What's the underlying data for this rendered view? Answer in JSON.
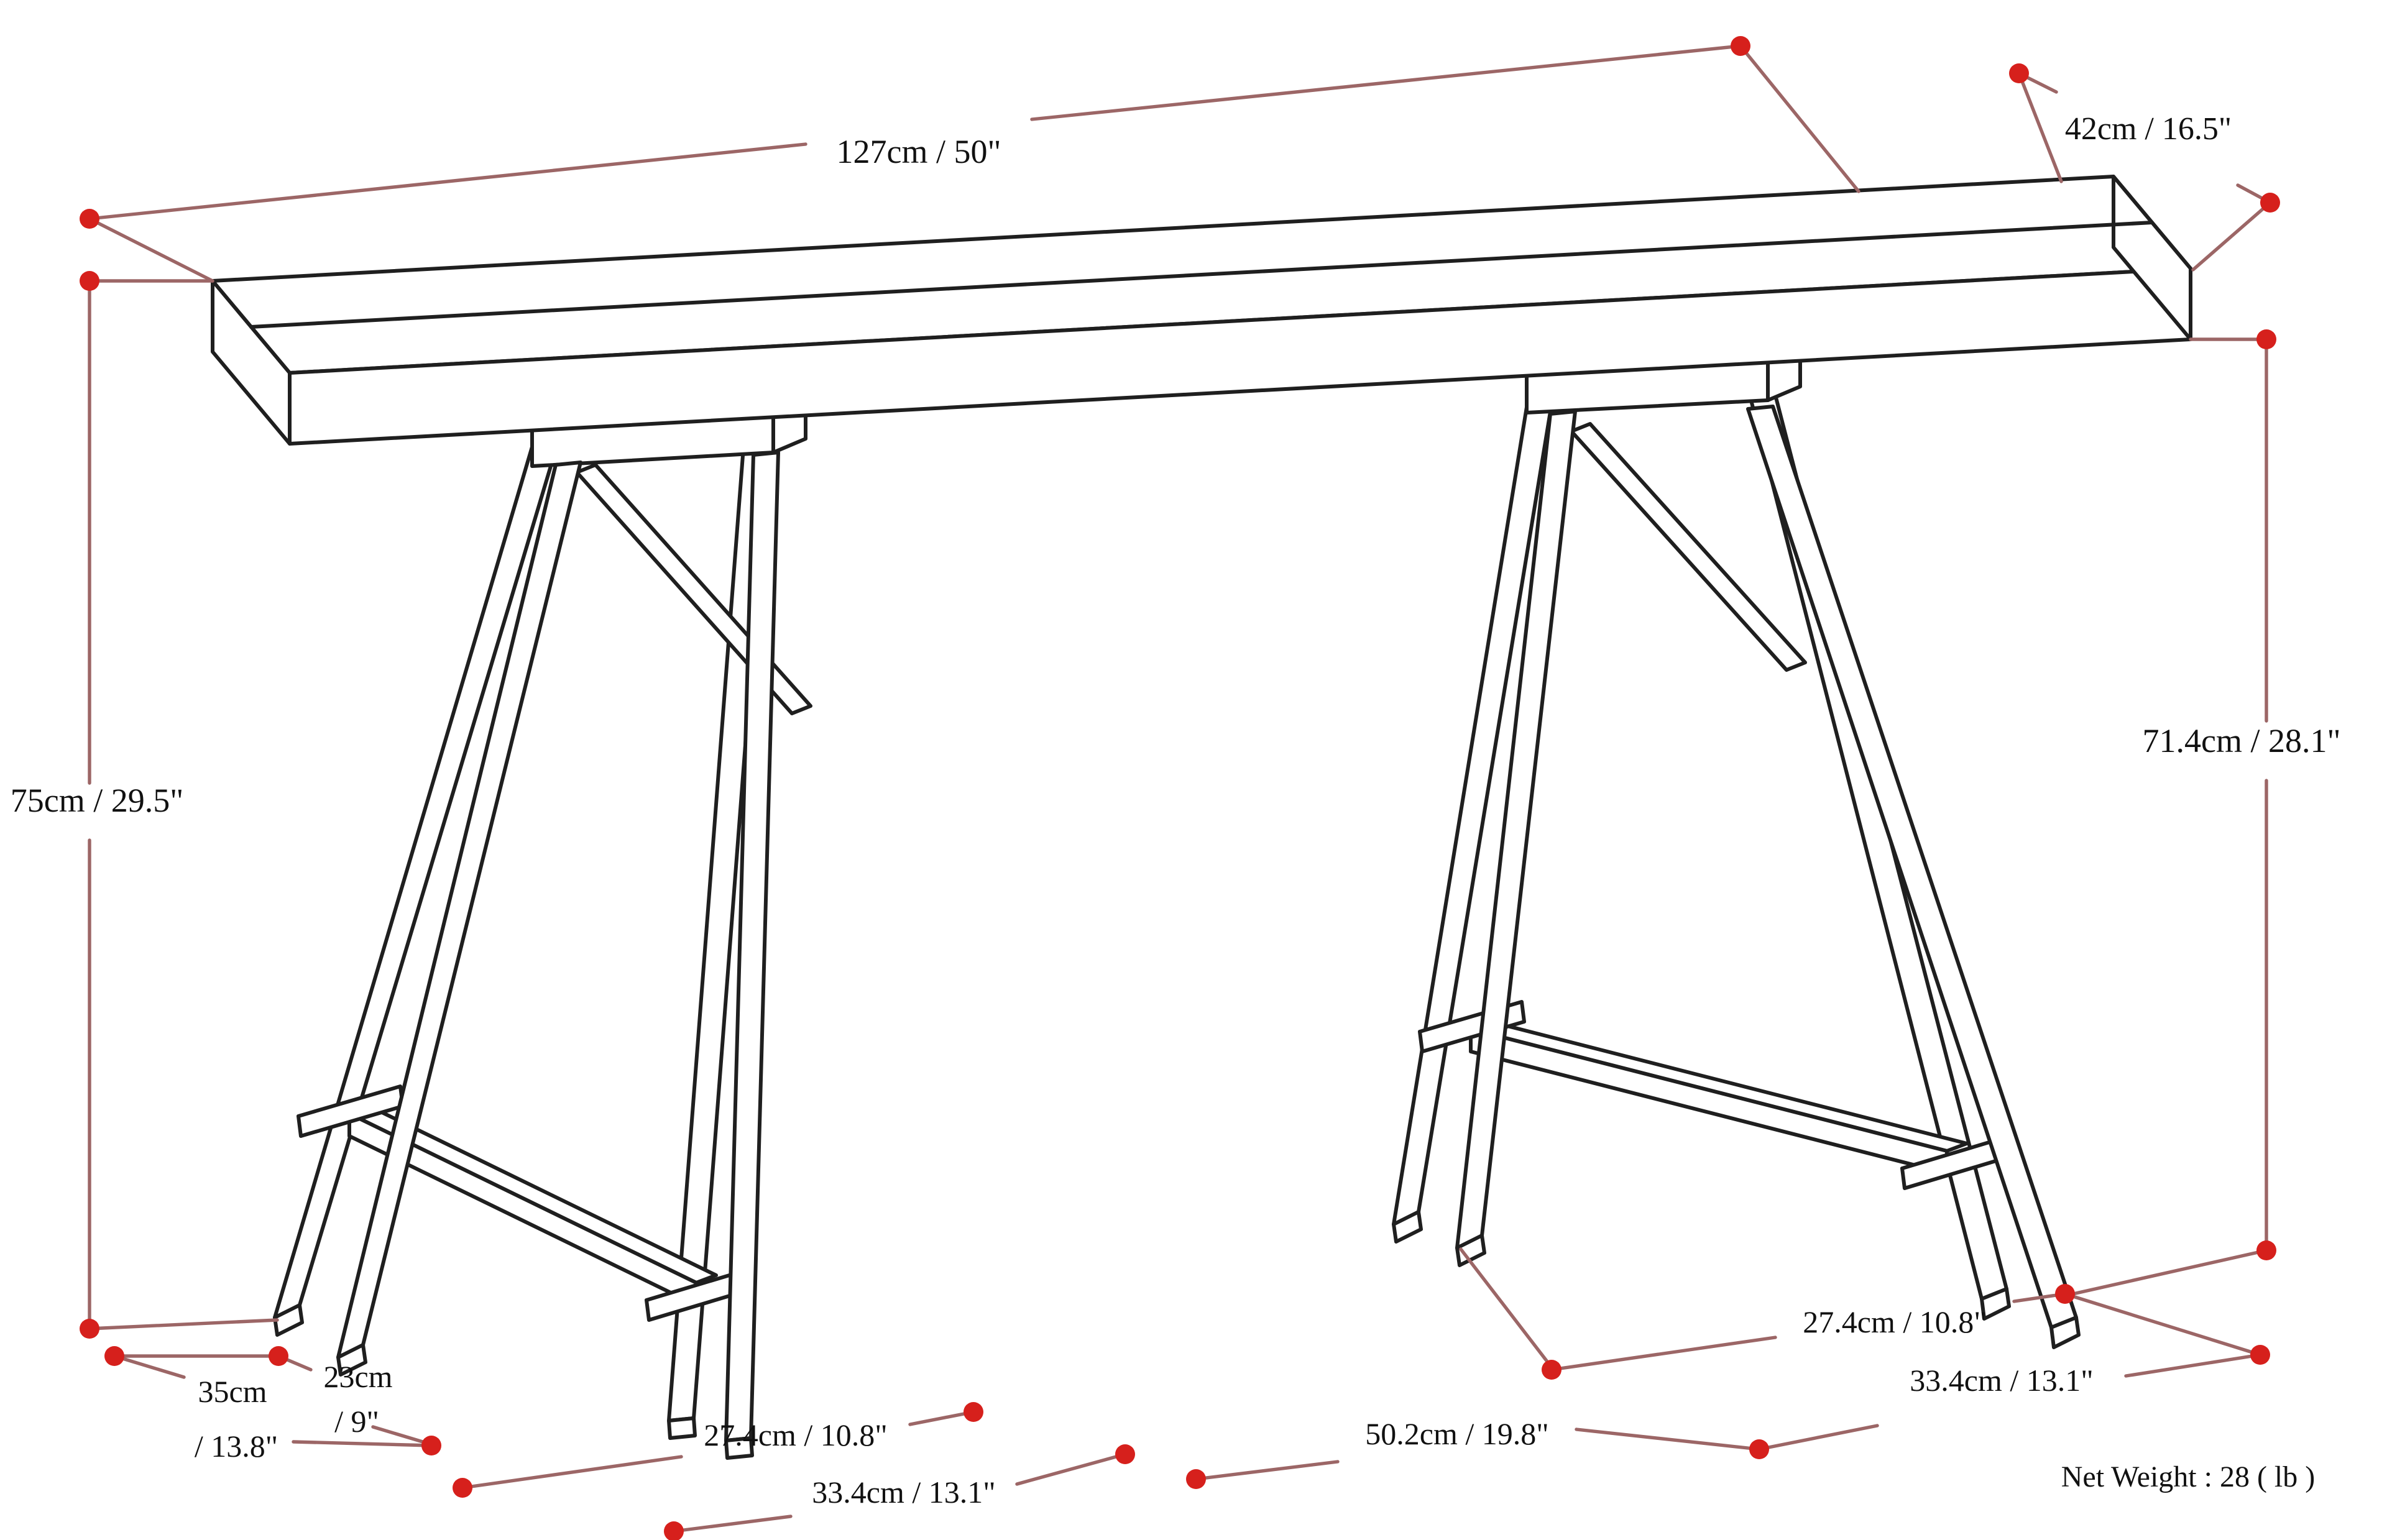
{
  "diagram": {
    "kind": "furniture dimension line drawing",
    "subject": "sawhorse trestle console table"
  },
  "colors": {
    "outline": "#1f1f1f",
    "dimension_line": "#9c6666",
    "marker_dot": "#d6201c",
    "label_text": "#111111",
    "background": "#ffffff"
  },
  "labels": {
    "tabletop_length": "127cm / 50\"",
    "tabletop_depth": "42cm / 16.5\"",
    "overall_height": "75cm / 29.5\"",
    "trestle_height": "71.4cm / 28.1\"",
    "left_foot_spread_line1": "35cm",
    "left_foot_spread_line2": "/ 13.8\"",
    "left_leg_gap_line1": "23cm",
    "left_leg_gap_line2": "/ 9\"",
    "left_trestle_top_span": "27.4cm / 10.8\"",
    "left_trestle_foot_span": "33.4cm / 13.1\"",
    "trestle_gap": "50.2cm / 19.8\"",
    "right_trestle_top_span": "27.4cm / 10.8\"",
    "right_trestle_foot_span": "33.4cm / 13.1\"",
    "net_weight": "Net Weight : 28 ( lb )"
  }
}
